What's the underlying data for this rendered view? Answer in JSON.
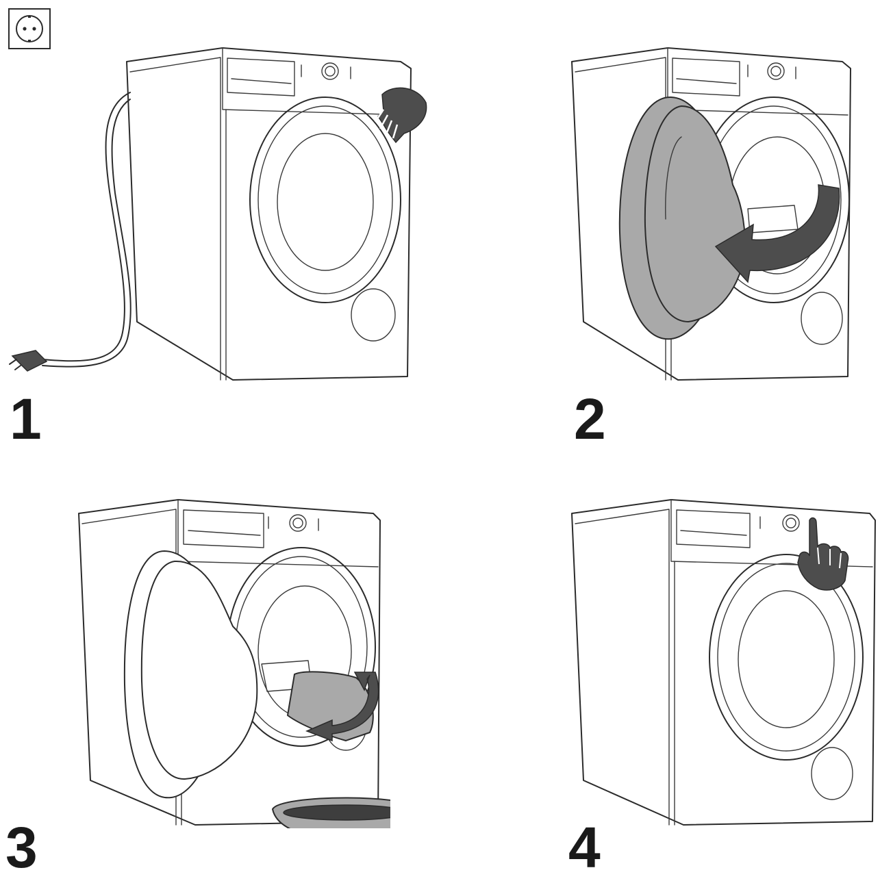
{
  "steps": [
    {
      "number": "1"
    },
    {
      "number": "2"
    },
    {
      "number": "3"
    },
    {
      "number": "4"
    }
  ],
  "icons": {
    "socket": "power-socket-icon",
    "plug": "power-plug-icon",
    "hand_pull": "hand-icon",
    "hand_press": "pointing-hand-icon",
    "arrow": "rotate-arrow-icon",
    "bowl": "water-bowl-icon"
  },
  "colors": {
    "line": "#2b2b2b",
    "fill_grey": "#a9a9a9",
    "fill_dark": "#4d4d4d"
  }
}
